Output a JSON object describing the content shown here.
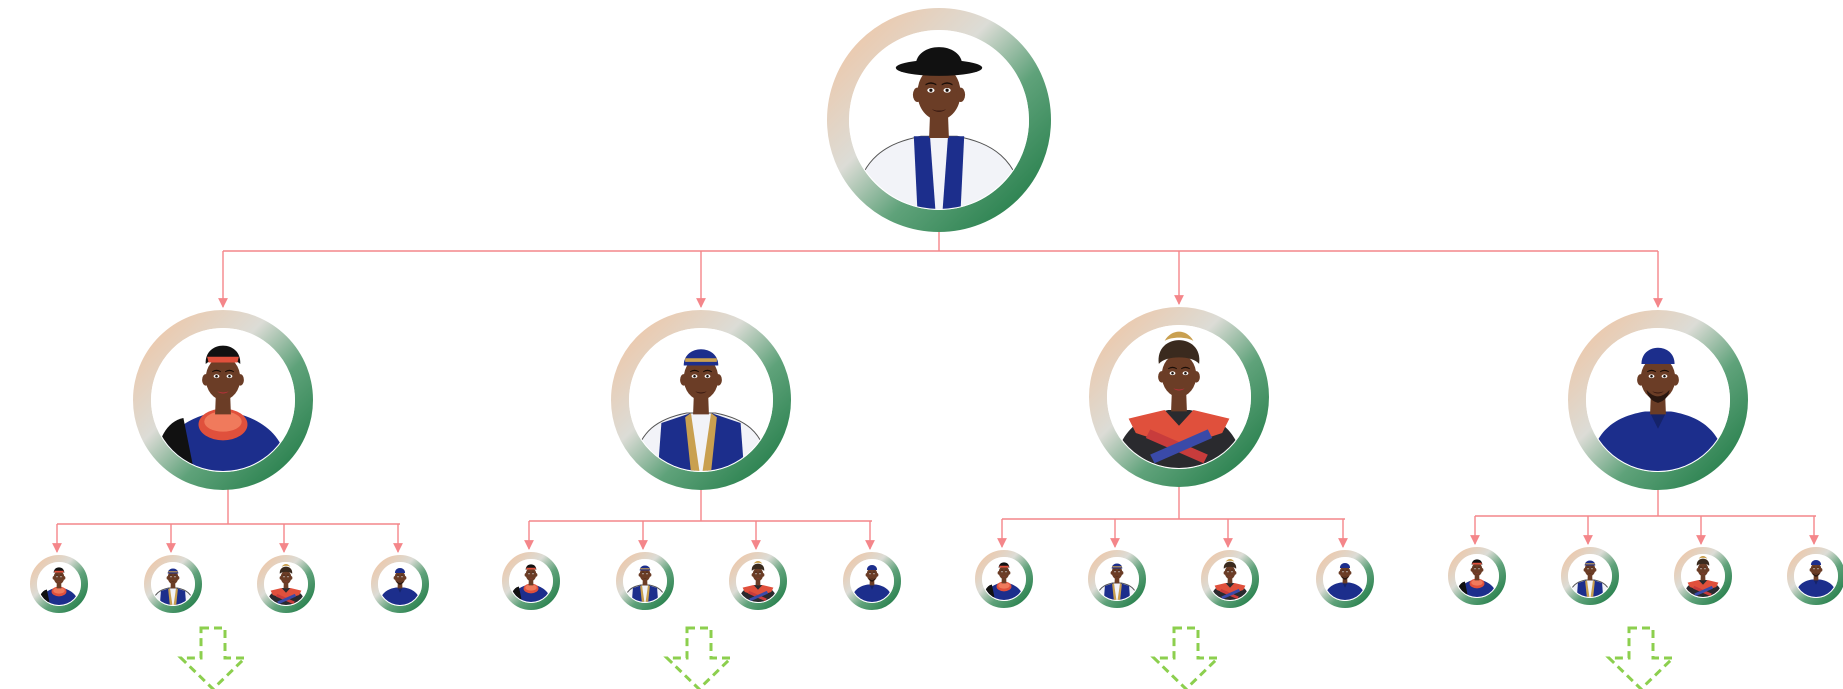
{
  "colors": {
    "connector": "#f4868a",
    "ring_dark": "#1e7a45",
    "ring_light": "#f0c4a2",
    "expand_arrow": "#8ccf4e",
    "skin": "#6b3d26",
    "navy": "#1c2e8c",
    "white_cloth": "#f2f3f8",
    "coral": "#e0503c",
    "black": "#111111",
    "gold": "#c9a050"
  },
  "tree": {
    "root": {
      "avatar": "man-black-hat-white-shirt-blue-stole"
    },
    "children": [
      {
        "avatar": "woman-coral-bead-necklace-blue-wrap",
        "sub": [
          "woman-coral-beads",
          "man-blue-vest",
          "woman-headwrap-red-scarf",
          "man-blue-kaftan"
        ],
        "expand_icon": "expand-down-arrow-icon"
      },
      {
        "avatar": "man-embroidered-cap-blue-vest",
        "sub": [
          "woman-coral-beads",
          "man-blue-vest",
          "woman-headwrap-red-scarf",
          "man-blue-kaftan"
        ],
        "expand_icon": "expand-down-arrow-icon"
      },
      {
        "avatar": "woman-headwrap-red-plaid-scarf",
        "sub": [
          "woman-coral-beads",
          "man-blue-vest",
          "woman-headwrap-red-scarf",
          "man-blue-kaftan"
        ],
        "expand_icon": "expand-down-arrow-icon"
      },
      {
        "avatar": "man-blue-kaftan-cap",
        "sub": [
          "woman-coral-beads",
          "man-blue-vest",
          "woman-headwrap-red-scarf",
          "man-blue-kaftan"
        ],
        "expand_icon": "expand-down-arrow-icon"
      }
    ]
  }
}
